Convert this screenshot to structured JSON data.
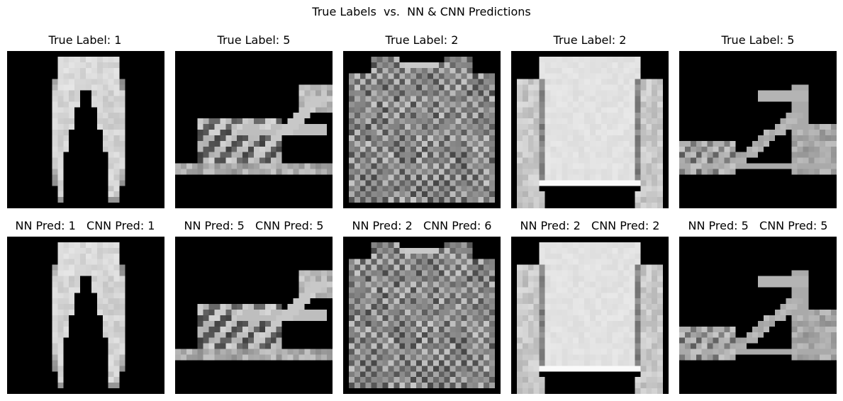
{
  "figure": {
    "suptitle": "True Labels  vs.  NN & CNN Predictions"
  },
  "columns": [
    {
      "true_title": "True Label: 1",
      "pred_title": "NN Pred: 1   CNN Pred: 1",
      "true_label": 1,
      "nn_pred": 1,
      "cnn_pred": 1,
      "item": "trouser"
    },
    {
      "true_title": "True Label: 5",
      "pred_title": "NN Pred: 5   CNN Pred: 5",
      "true_label": 5,
      "nn_pred": 5,
      "cnn_pred": 5,
      "item": "sandal"
    },
    {
      "true_title": "True Label: 2",
      "pred_title": "NN Pred: 2   CNN Pred: 6",
      "true_label": 2,
      "nn_pred": 2,
      "cnn_pred": 6,
      "item": "pullover"
    },
    {
      "true_title": "True Label: 2",
      "pred_title": "NN Pred: 2   CNN Pred: 2",
      "true_label": 2,
      "nn_pred": 2,
      "cnn_pred": 2,
      "item": "pullover"
    },
    {
      "true_title": "True Label: 5",
      "pred_title": "NN Pred: 5   CNN Pred: 5",
      "true_label": 5,
      "nn_pred": 5,
      "cnn_pred": 5,
      "item": "sandal"
    }
  ]
}
